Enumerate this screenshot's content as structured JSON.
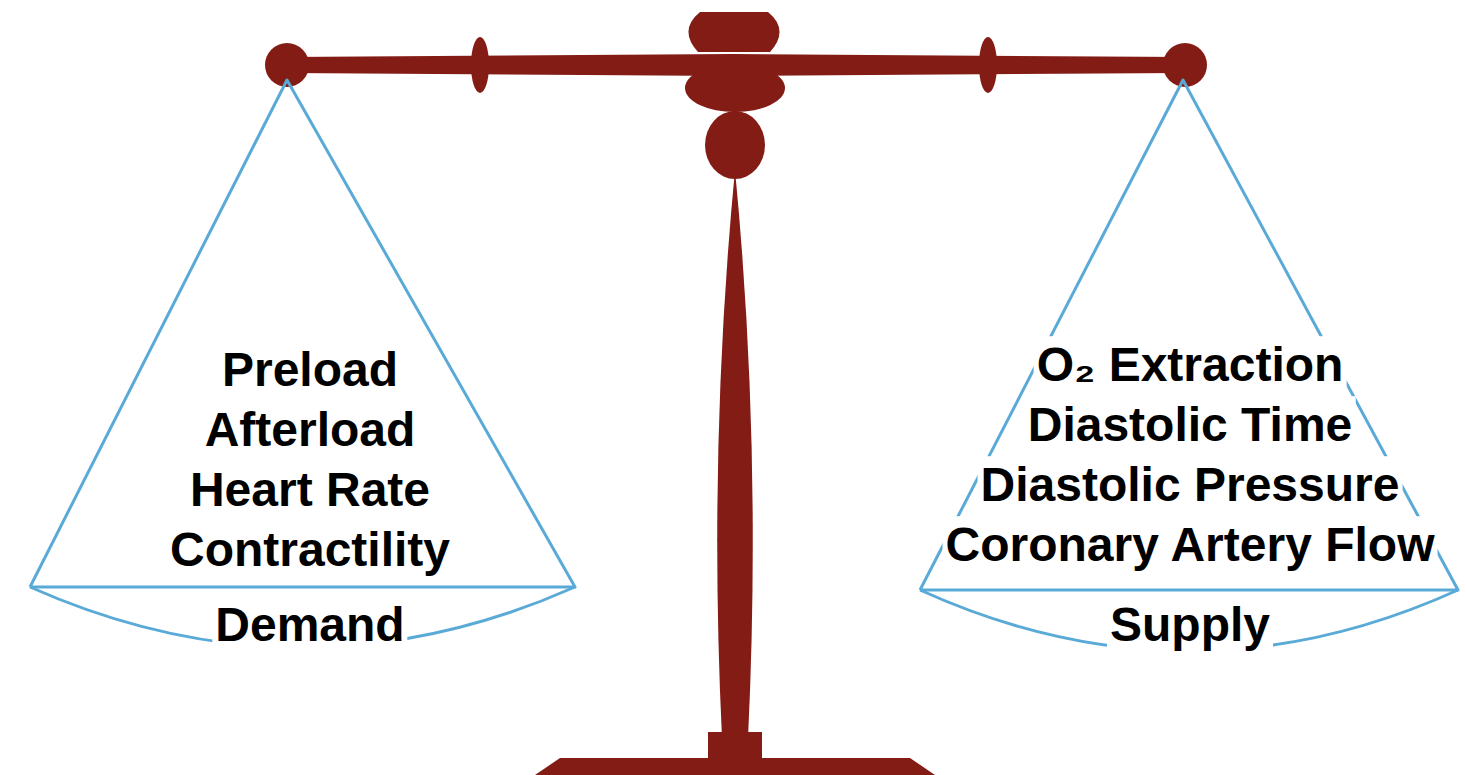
{
  "diagram": {
    "nodes": [
      {
        "text": [
          "Preload",
          "Afterload",
          "Heart Rate",
          "Contractility",
          "Demand"
        ]
      },
      {
        "text": [
          "O₂ Extraction",
          "Diastolic Time",
          "Diastolic Pressure",
          "Coronary Artery Flow",
          "Supply"
        ]
      }
    ]
  }
}
